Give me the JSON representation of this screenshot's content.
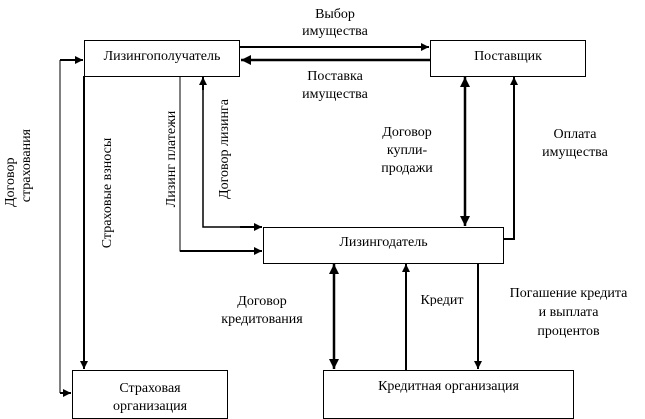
{
  "diagram": {
    "nodes": {
      "lessee": "Лизингополучатель",
      "supplier": "Поставщик",
      "lessor": "Лизингодатель",
      "insurer": [
        "Страховая",
        "организация"
      ],
      "credit_org": "Кредитная организация"
    },
    "edges": {
      "choice_of_property": [
        "Выбор",
        "имущества"
      ],
      "delivery_of_property": [
        "Поставка",
        "имущества"
      ],
      "insurance_contract": [
        "Договор",
        "страхования"
      ],
      "insurance_premiums": "Страховые взносы",
      "lease_payments": "Лизинг платежи",
      "lease_contract": "Договор лизинга",
      "sale_contract": [
        "Договор",
        "купли-",
        "продажи"
      ],
      "property_payment": [
        "Оплата",
        "имущества"
      ],
      "credit_contract": [
        "Договор",
        "кредитования"
      ],
      "credit": "Кредит",
      "loan_repayment": [
        "Погашение кредита",
        "и выплата",
        "процентов"
      ]
    },
    "line_color": "#000000"
  }
}
